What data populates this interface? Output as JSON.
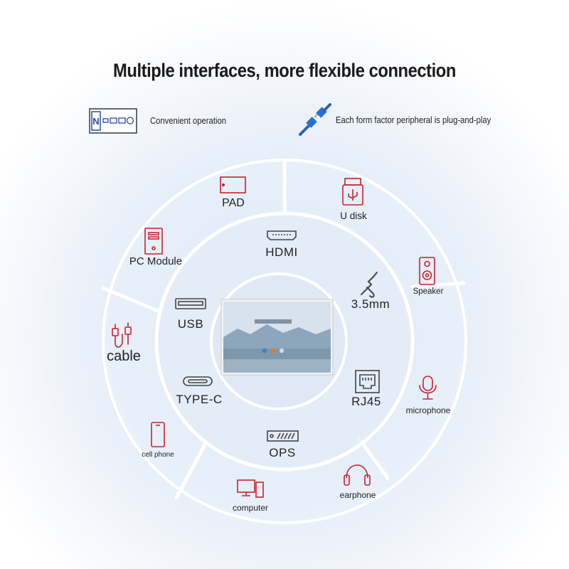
{
  "title": "Multiple interfaces, more flexible connection",
  "features": [
    {
      "icon": "nfc-ports-icon",
      "text": "Convenient operation"
    },
    {
      "icon": "plug-cable-icon",
      "text": "Each form factor peripheral is plug-and-play"
    }
  ],
  "inner_ports": {
    "hdmi": "HDMI",
    "mm35": "3.5mm",
    "usb": "USB",
    "rj45": "RJ45",
    "typec": "TYPE-C",
    "ops": "OPS"
  },
  "outer_devices": {
    "pad": "PAD",
    "udisk": "U disk",
    "pcmodule": "PC Module",
    "speaker": "Speaker",
    "cable": "cable",
    "microphone": "microphone",
    "cellphone": "cell phone",
    "earphone": "earphone",
    "computer": "computer"
  },
  "colors": {
    "accent_red": "#c8242c",
    "icon_gray": "#4a4a4a",
    "ring_white": "#ffffff",
    "screen_blue": "#9fb8cf"
  }
}
